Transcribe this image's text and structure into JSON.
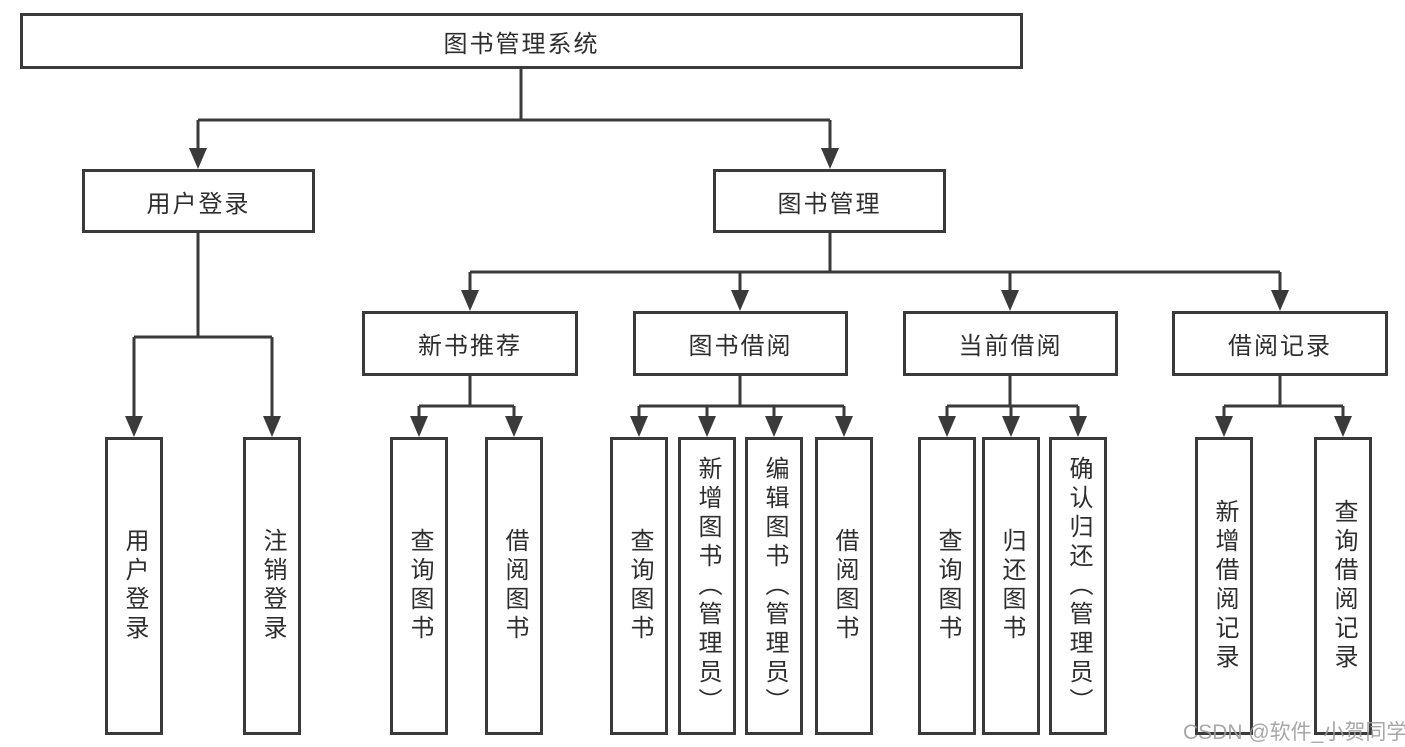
{
  "diagram": {
    "root": "图书管理系统",
    "branches": [
      {
        "label": "用户登录",
        "leaves": [
          "用户登录",
          "注销登录"
        ]
      },
      {
        "label": "图书管理",
        "groups": [
          {
            "label": "新书推荐",
            "leaves": [
              "查询图书",
              "借阅图书"
            ]
          },
          {
            "label": "图书借阅",
            "leaves": [
              "查询图书",
              "新增图书（管理员）",
              "编辑图书（管理员）",
              "借阅图书"
            ]
          },
          {
            "label": "当前借阅",
            "leaves": [
              "查询图书",
              "归还图书",
              "确认归还（管理员）"
            ]
          },
          {
            "label": "借阅记录",
            "leaves": [
              "新增借阅记录",
              "查询借阅记录"
            ]
          }
        ]
      }
    ]
  },
  "watermark": "CSDN @软件_小贺同学",
  "colors": {
    "line": "#3a3a3a",
    "text": "#2e2e2e",
    "watermark": "#9e9e9e",
    "background": "#ffffff"
  }
}
